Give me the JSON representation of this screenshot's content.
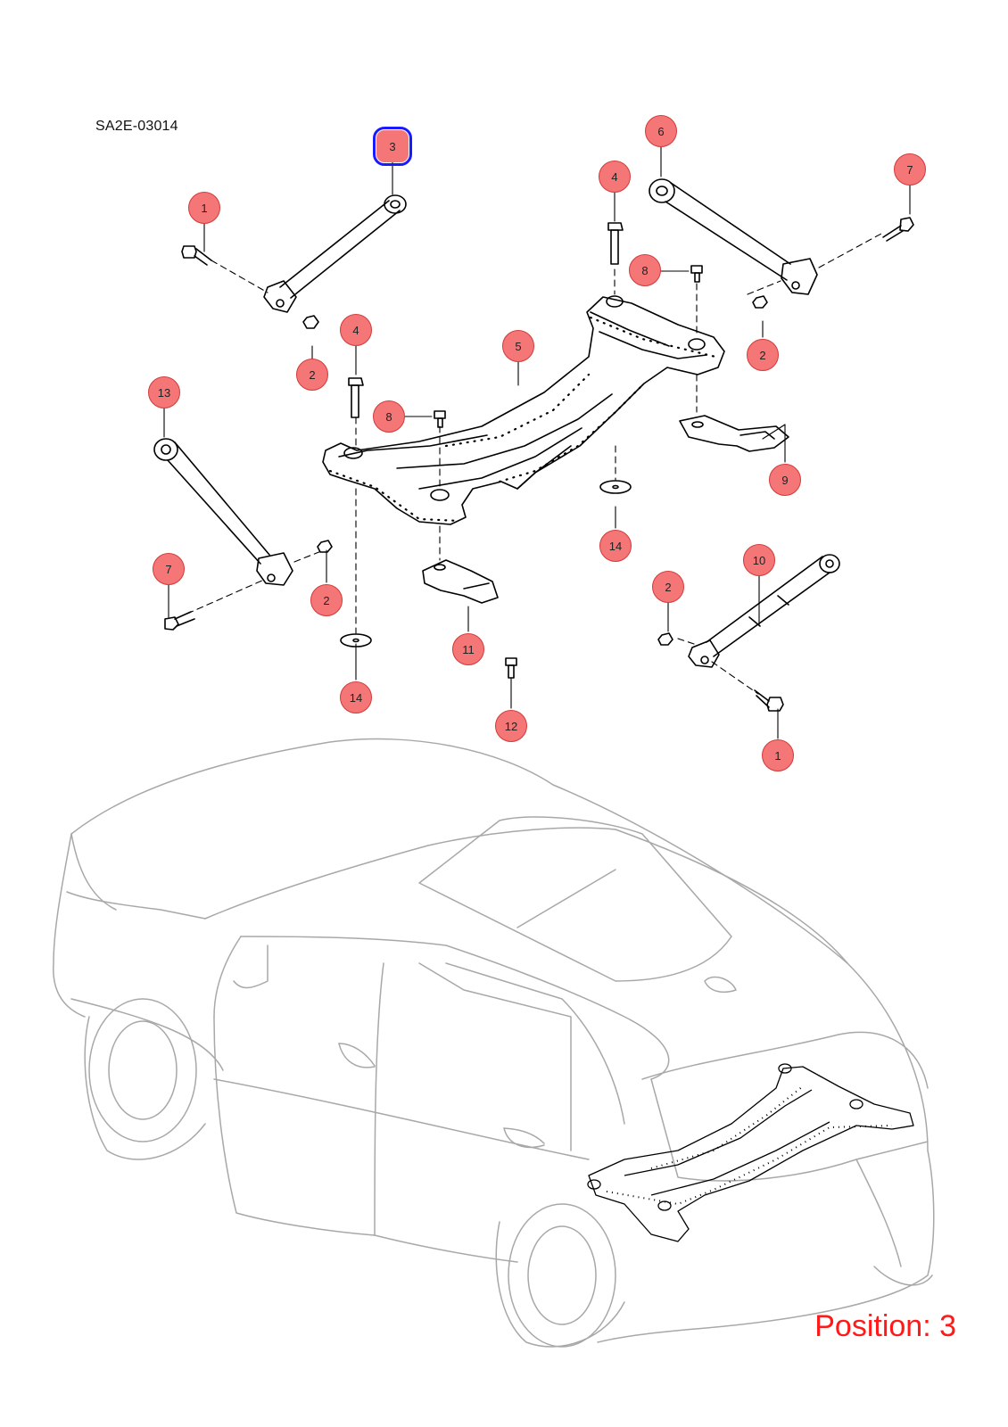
{
  "diagram": {
    "id": "SA2E-03014",
    "position_label": "Position: 3",
    "selected_callout": "3",
    "colors": {
      "callout_fill": "#f57676",
      "callout_border": "#d33a3a",
      "selected_outline": "#1a1aff",
      "position_text": "#ff1a1a",
      "line_art": "#000000",
      "vehicle_art": "#a8a8a8"
    }
  },
  "callouts": [
    {
      "key": "c3",
      "label": "3"
    },
    {
      "key": "c1a",
      "label": "1"
    },
    {
      "key": "c2a",
      "label": "2"
    },
    {
      "key": "c6",
      "label": "6"
    },
    {
      "key": "c4a",
      "label": "4"
    },
    {
      "key": "c7a",
      "label": "7"
    },
    {
      "key": "c8a",
      "label": "8"
    },
    {
      "key": "c2b",
      "label": "2"
    },
    {
      "key": "c5",
      "label": "5"
    },
    {
      "key": "c4b",
      "label": "4"
    },
    {
      "key": "c13",
      "label": "13"
    },
    {
      "key": "c8b",
      "label": "8"
    },
    {
      "key": "c9",
      "label": "9"
    },
    {
      "key": "c14a",
      "label": "14"
    },
    {
      "key": "c7b",
      "label": "7"
    },
    {
      "key": "c2c",
      "label": "2"
    },
    {
      "key": "c10",
      "label": "10"
    },
    {
      "key": "c2d",
      "label": "2"
    },
    {
      "key": "c11",
      "label": "11"
    },
    {
      "key": "c14b",
      "label": "14"
    },
    {
      "key": "c12",
      "label": "12"
    },
    {
      "key": "c1b",
      "label": "1"
    }
  ]
}
